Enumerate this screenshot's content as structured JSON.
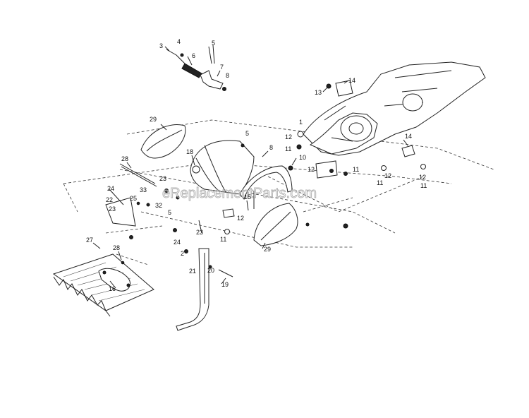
{
  "watermark": "eReplacementParts.com",
  "callouts": [
    {
      "id": "c3",
      "label": "3"
    },
    {
      "id": "c4",
      "label": "4"
    },
    {
      "id": "c5a",
      "label": "5"
    },
    {
      "id": "c6",
      "label": "6"
    },
    {
      "id": "c7",
      "label": "7"
    },
    {
      "id": "c8a",
      "label": "8"
    },
    {
      "id": "c14a",
      "label": "14"
    },
    {
      "id": "c13",
      "label": "13"
    },
    {
      "id": "c1",
      "label": "1"
    },
    {
      "id": "c29a",
      "label": "29"
    },
    {
      "id": "c5b",
      "label": "5"
    },
    {
      "id": "c8b",
      "label": "8"
    },
    {
      "id": "c12a",
      "label": "12"
    },
    {
      "id": "c11a",
      "label": "11"
    },
    {
      "id": "c14b",
      "label": "14"
    },
    {
      "id": "c28a",
      "label": "28"
    },
    {
      "id": "c18",
      "label": "18"
    },
    {
      "id": "c10",
      "label": "10"
    },
    {
      "id": "c12b",
      "label": "12"
    },
    {
      "id": "c11b",
      "label": "11"
    },
    {
      "id": "c11c",
      "label": "11"
    },
    {
      "id": "c12c",
      "label": "12"
    },
    {
      "id": "c12d",
      "label": "12"
    },
    {
      "id": "c11d",
      "label": "11"
    },
    {
      "id": "c24a",
      "label": "24"
    },
    {
      "id": "c23a",
      "label": "23"
    },
    {
      "id": "c22",
      "label": "22"
    },
    {
      "id": "c33",
      "label": "33"
    },
    {
      "id": "c25",
      "label": "25"
    },
    {
      "id": "c32",
      "label": "32"
    },
    {
      "id": "c5c",
      "label": "5"
    },
    {
      "id": "c15a",
      "label": "15"
    },
    {
      "id": "c23b",
      "label": "23"
    },
    {
      "id": "c12e",
      "label": "12"
    },
    {
      "id": "c24b",
      "label": "24"
    },
    {
      "id": "c23c",
      "label": "23"
    },
    {
      "id": "c11e",
      "label": "11"
    },
    {
      "id": "c29b",
      "label": "29"
    },
    {
      "id": "c27",
      "label": "27"
    },
    {
      "id": "c28b",
      "label": "28"
    },
    {
      "id": "c2",
      "label": "2"
    },
    {
      "id": "c21",
      "label": "21"
    },
    {
      "id": "c20",
      "label": "20"
    },
    {
      "id": "c19",
      "label": "19"
    },
    {
      "id": "c16",
      "label": "16"
    }
  ]
}
